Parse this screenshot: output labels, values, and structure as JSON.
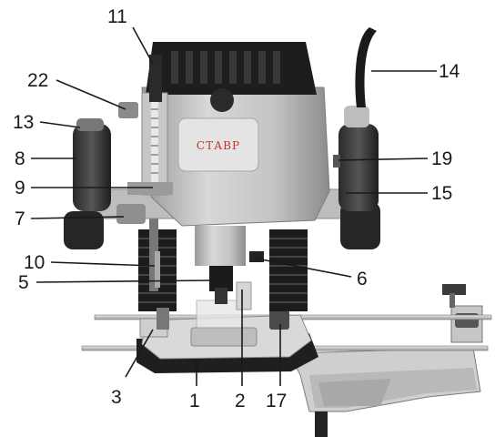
{
  "brand_label": "СТАВР",
  "callouts": [
    {
      "id": "c11",
      "text": "11"
    },
    {
      "id": "c22",
      "text": "22"
    },
    {
      "id": "c13",
      "text": "13"
    },
    {
      "id": "c8",
      "text": "8"
    },
    {
      "id": "c9",
      "text": "9"
    },
    {
      "id": "c7",
      "text": "7"
    },
    {
      "id": "c10",
      "text": "10"
    },
    {
      "id": "c5",
      "text": "5"
    },
    {
      "id": "c3",
      "text": "3"
    },
    {
      "id": "c1",
      "text": "1"
    },
    {
      "id": "c2",
      "text": "2"
    },
    {
      "id": "c17",
      "text": "17"
    },
    {
      "id": "c14",
      "text": "14"
    },
    {
      "id": "c19",
      "text": "19"
    },
    {
      "id": "c15",
      "text": "15"
    },
    {
      "id": "c6",
      "text": "6"
    }
  ]
}
